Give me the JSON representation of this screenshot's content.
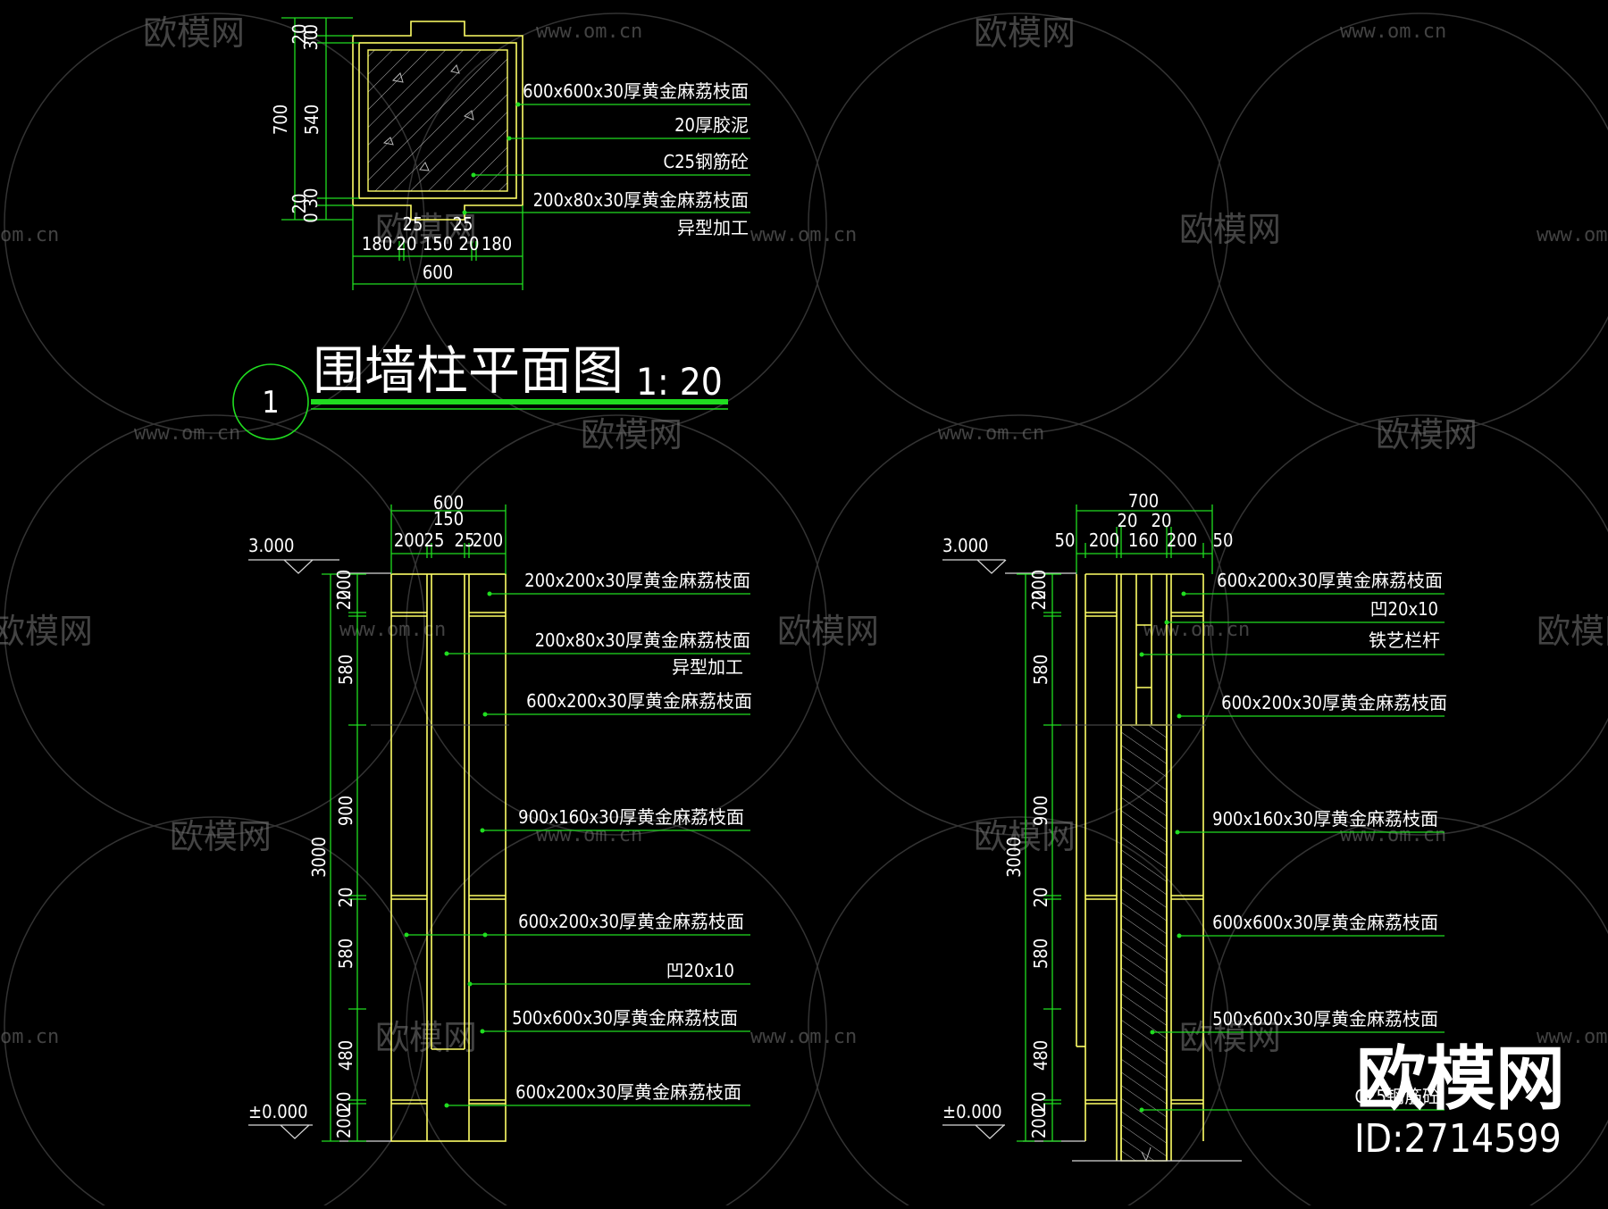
{
  "watermark": {
    "brand": "欧模网",
    "url": "www.om.cn",
    "url_fragment": "om.cn",
    "brand_fragment": "欧模网"
  },
  "plan": {
    "title": "围墙柱平面图",
    "scale": "1: 20",
    "index": "1",
    "labels": [
      "600x600x30厚黄金麻荔枝面",
      "20厚胶泥",
      "C25钢筋砼",
      "200x80x30厚黄金麻荔枝面",
      "异型加工"
    ],
    "dims_h": [
      "25",
      "25",
      "180",
      "20",
      "150",
      "20",
      "180",
      "600"
    ],
    "dims_v": [
      "0",
      "30",
      "20",
      "540",
      "20",
      "30",
      "0",
      "700"
    ]
  },
  "elev_left": {
    "level_top": "3.000",
    "level_bottom": "±0.000",
    "dims_top": [
      "600",
      "150",
      "200",
      "25",
      "25",
      "200"
    ],
    "dims_side": [
      "20",
      "200",
      "580",
      "900",
      "20",
      "580",
      "480",
      "20",
      "200",
      "3000"
    ],
    "labels": [
      "200x200x30厚黄金麻荔枝面",
      "200x80x30厚黄金麻荔枝面",
      "异型加工",
      "600x200x30厚黄金麻荔枝面",
      "900x160x30厚黄金麻荔枝面",
      "600x200x30厚黄金麻荔枝面",
      "凹20x10",
      "500x600x30厚黄金麻荔枝面",
      "600x200x30厚黄金麻荔枝面"
    ]
  },
  "elev_right": {
    "level_top": "3.000",
    "level_bottom": "±0.000",
    "dims_top": [
      "700",
      "20",
      "20",
      "50",
      "200",
      "160",
      "200",
      "50"
    ],
    "dims_side": [
      "20",
      "200",
      "580",
      "900",
      "20",
      "580",
      "480",
      "20",
      "200",
      "3000"
    ],
    "labels": [
      "600x200x30厚黄金麻荔枝面",
      "凹20x10",
      "铁艺栏杆",
      "600x200x30厚黄金麻荔枝面",
      "900x160x30厚黄金麻荔枝面",
      "600x600x30厚黄金麻荔枝面",
      "500x600x30厚黄金麻荔枝面"
    ],
    "cut_label": "C25钢筋砼"
  },
  "brand_block": {
    "logo_text": "欧模网",
    "id_text": "ID:2714599"
  },
  "colors": {
    "background": "#000000",
    "outline": "#ffff66",
    "leader": "#20dd20",
    "text": "#ffffff"
  }
}
